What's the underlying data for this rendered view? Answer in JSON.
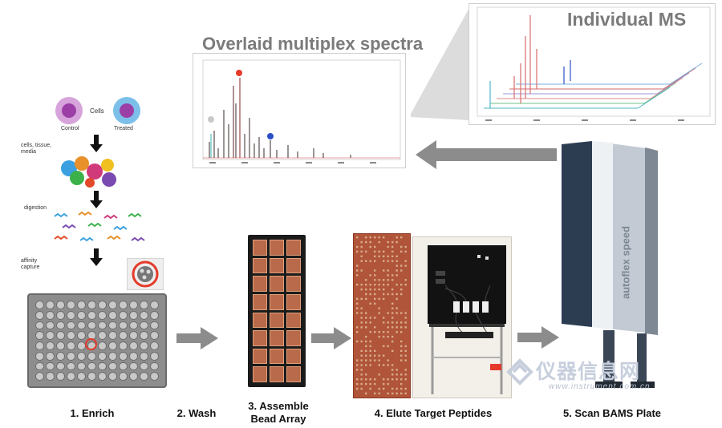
{
  "headings": {
    "overlaid": "Overlaid multiplex spectra",
    "individual": "Individual MS"
  },
  "enrich_panel": {
    "cells_label": "Cells",
    "control_label": "Control",
    "treated_label": "Treated",
    "cells_tissue_media": "cells, tissue,\nmedia",
    "digestion": "digestion",
    "affinity_capture": "affinity\ncapture"
  },
  "instrument_brand": "autoflex speed",
  "watermark": {
    "name": "仪器信息网",
    "url": "www.instrument.com.cn"
  },
  "steps": [
    {
      "label": "1. Enrich"
    },
    {
      "label": "2. Wash"
    },
    {
      "label": "3. Assemble\nBead Array"
    },
    {
      "label": "4. Elute Target Peptides"
    },
    {
      "label": "5. Scan BAMS Plate"
    }
  ],
  "colors": {
    "arrow": "#8c8c8c",
    "heading": "#7b7b7b",
    "marker_red": "#e53a2a",
    "marker_blue": "#2b4fc4",
    "marker_gray": "#c9c9c9",
    "instrument_dark": "#2c3d52",
    "plate_copper": "#b0553a"
  }
}
